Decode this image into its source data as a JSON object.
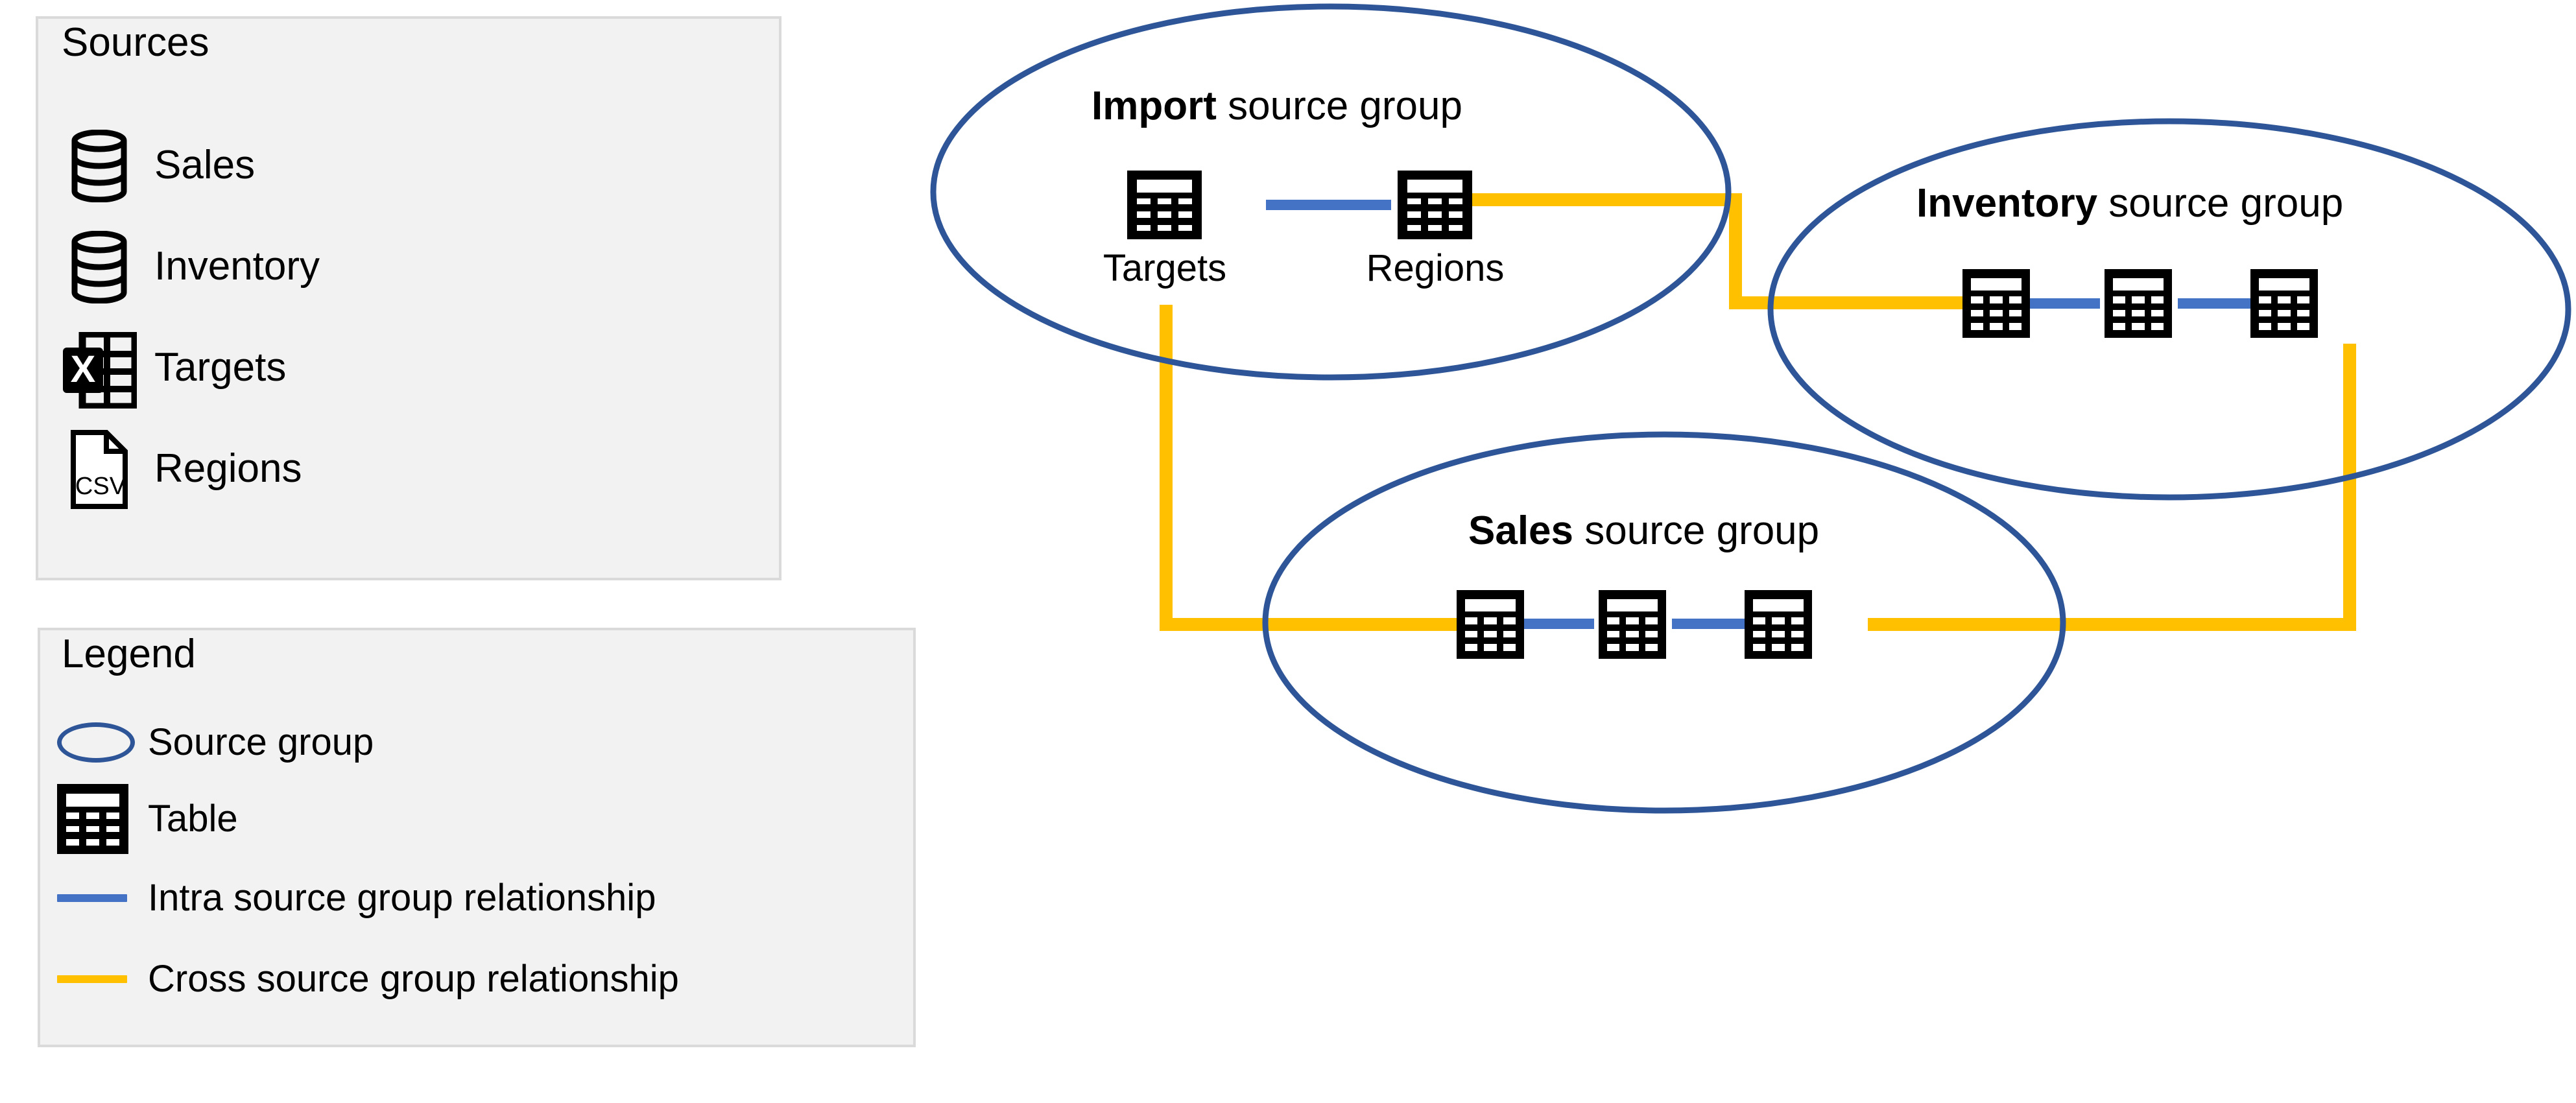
{
  "colors": {
    "panel_bg": "#F2F2F2",
    "panel_border": "#DADADA",
    "ellipse_stroke": "#2E5597",
    "intra_relationship": "#4472C4",
    "cross_relationship": "#FFC000",
    "icon_black": "#000000"
  },
  "sources": {
    "title": "Sources",
    "items": [
      {
        "label": "Sales",
        "icon": "database-icon"
      },
      {
        "label": "Inventory",
        "icon": "database-icon"
      },
      {
        "label": "Targets",
        "icon": "excel-file-icon"
      },
      {
        "label": "Regions",
        "icon": "csv-file-icon"
      }
    ]
  },
  "legend": {
    "title": "Legend",
    "items": [
      {
        "label": "Source group",
        "icon": "ellipse-icon"
      },
      {
        "label": "Table",
        "icon": "table-icon"
      },
      {
        "label": "Intra source group relationship",
        "icon": "blue-line-icon"
      },
      {
        "label": "Cross source group relationship",
        "icon": "yellow-line-icon"
      }
    ]
  },
  "diagram": {
    "groups": [
      {
        "id": "import",
        "title_bold": "Import",
        "title_rest": " source group",
        "tables": [
          {
            "label": "Targets"
          },
          {
            "label": "Regions"
          }
        ]
      },
      {
        "id": "inventory",
        "title_bold": "Inventory",
        "title_rest": " source group",
        "tables": [
          {
            "label": ""
          },
          {
            "label": ""
          },
          {
            "label": ""
          }
        ]
      },
      {
        "id": "sales",
        "title_bold": "Sales",
        "title_rest": " source group",
        "tables": [
          {
            "label": ""
          },
          {
            "label": ""
          },
          {
            "label": ""
          }
        ]
      }
    ],
    "relationships": {
      "intra": [
        {
          "from": "Targets",
          "to": "Regions",
          "group": "import"
        },
        {
          "from": "inventory-table-1",
          "to": "inventory-table-2",
          "group": "inventory"
        },
        {
          "from": "inventory-table-2",
          "to": "inventory-table-3",
          "group": "inventory"
        },
        {
          "from": "sales-table-1",
          "to": "sales-table-2",
          "group": "sales"
        },
        {
          "from": "sales-table-2",
          "to": "sales-table-3",
          "group": "sales"
        }
      ],
      "cross": [
        {
          "from": "Regions",
          "to": "inventory-table-1"
        },
        {
          "from": "Targets",
          "to": "sales-table-1"
        },
        {
          "from": "inventory-table-3",
          "to": "sales-table-3"
        }
      ]
    }
  }
}
